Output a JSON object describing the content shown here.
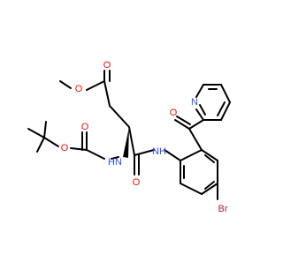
{
  "molecule": {
    "atom_labels": {
      "methyl_ester_O": "O",
      "ester_carbonyl_O": "O",
      "boc_ether_O": "O",
      "boc_carbonyl_O": "O",
      "carbamate_NH": "HN",
      "amide_NH": "NH",
      "amide_carbonyl_O": "O",
      "ketone_O": "O",
      "pyridine_N": "N",
      "bromo": "Br"
    },
    "colors": {
      "bond": "#000000",
      "oxygen": "#ff0d0d",
      "nitrogen": "#3050f8",
      "bromine": "#a62929"
    }
  }
}
